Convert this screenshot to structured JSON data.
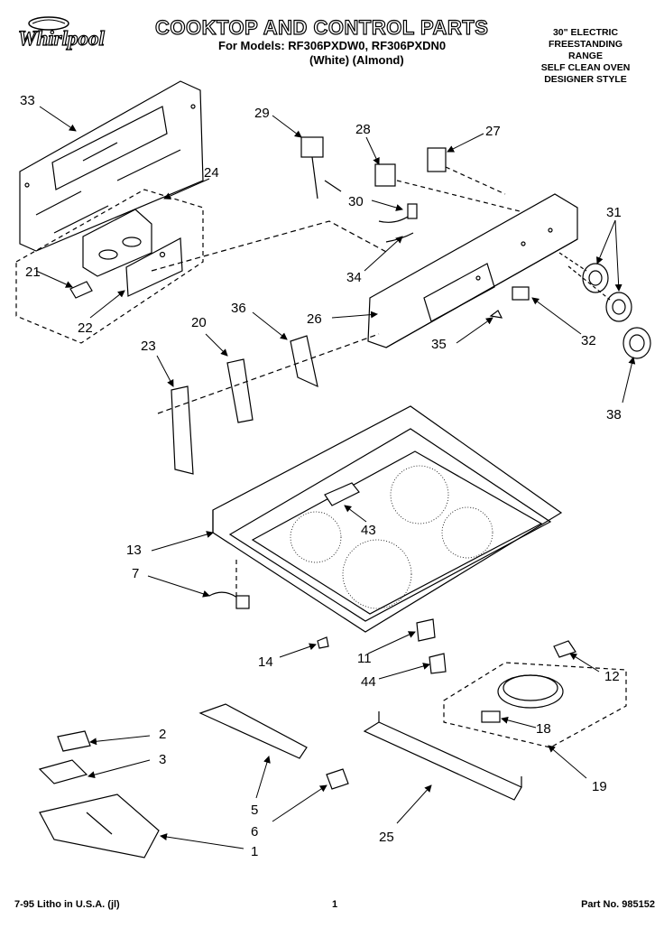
{
  "header": {
    "brand": "Whirlpool",
    "title": "COOKTOP AND CONTROL PARTS",
    "models": "For Models: RF306PXDW0, RF306PXDN0",
    "colors": "(White)    (Almond)",
    "range_desc": [
      "30\" ELECTRIC",
      "FREESTANDING",
      "RANGE",
      "SELF CLEAN OVEN",
      "DESIGNER STYLE"
    ]
  },
  "footer": {
    "litho": "7-95 Litho in U.S.A. (jl)",
    "page": "1",
    "part_no": "Part No. 985152"
  },
  "callouts": [
    {
      "id": "c33",
      "label": "33"
    },
    {
      "id": "c24",
      "label": "24"
    },
    {
      "id": "c21",
      "label": "21"
    },
    {
      "id": "c22",
      "label": "22"
    },
    {
      "id": "c29",
      "label": "29"
    },
    {
      "id": "c28",
      "label": "28"
    },
    {
      "id": "c27",
      "label": "27"
    },
    {
      "id": "c30",
      "label": "30"
    },
    {
      "id": "c34",
      "label": "34"
    },
    {
      "id": "c31",
      "label": "31"
    },
    {
      "id": "c26",
      "label": "26"
    },
    {
      "id": "c32",
      "label": "32"
    },
    {
      "id": "c35",
      "label": "35"
    },
    {
      "id": "c38",
      "label": "38"
    },
    {
      "id": "c20",
      "label": "20"
    },
    {
      "id": "c36",
      "label": "36"
    },
    {
      "id": "c23",
      "label": "23"
    },
    {
      "id": "c43",
      "label": "43"
    },
    {
      "id": "c13",
      "label": "13"
    },
    {
      "id": "c7",
      "label": "7"
    },
    {
      "id": "c14",
      "label": "14"
    },
    {
      "id": "c11",
      "label": "11"
    },
    {
      "id": "c44",
      "label": "44"
    },
    {
      "id": "c12",
      "label": "12"
    },
    {
      "id": "c18",
      "label": "18"
    },
    {
      "id": "c19",
      "label": "19"
    },
    {
      "id": "c2",
      "label": "2"
    },
    {
      "id": "c3",
      "label": "3"
    },
    {
      "id": "c5",
      "label": "5"
    },
    {
      "id": "c6",
      "label": "6"
    },
    {
      "id": "c1",
      "label": "1"
    },
    {
      "id": "c25",
      "label": "25"
    }
  ]
}
